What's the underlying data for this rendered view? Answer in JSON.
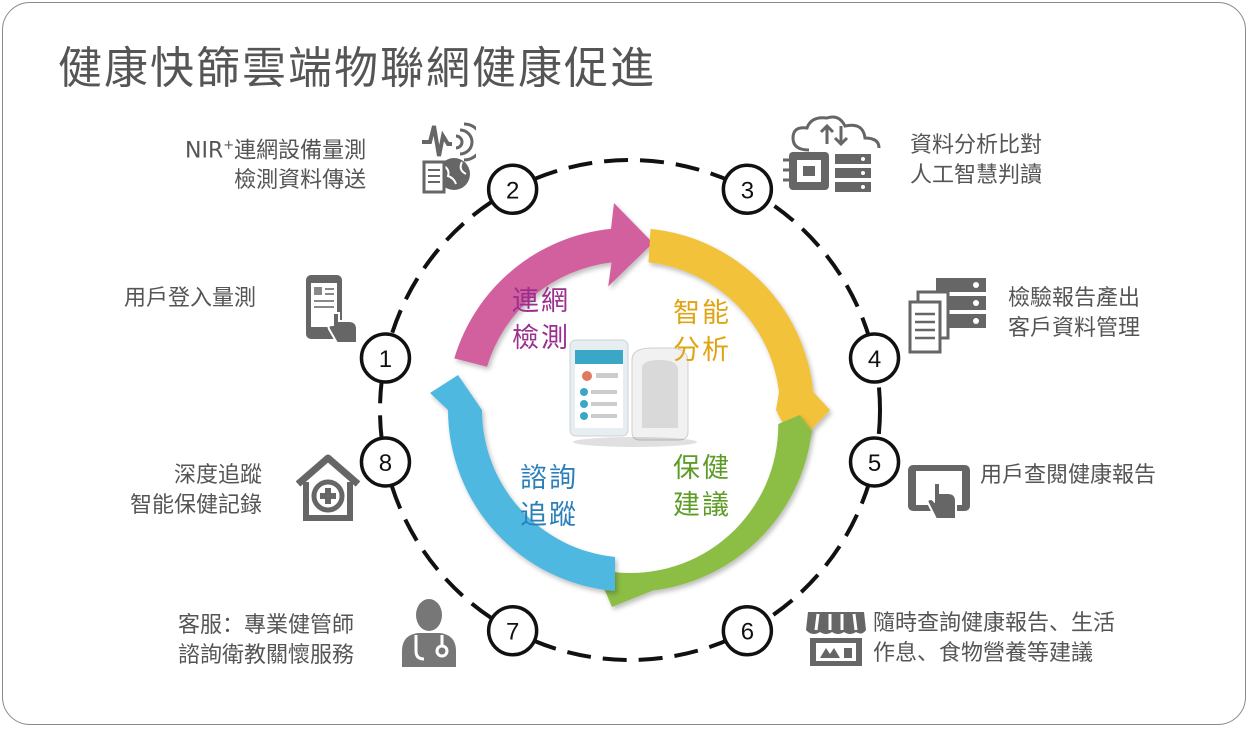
{
  "title": "健康快篩雲端物聯網健康促進",
  "segments": {
    "connect": {
      "line1": "連網",
      "line2": "檢測",
      "color": "#9b2f8e"
    },
    "analysis": {
      "line1": "智能",
      "line2": "分析",
      "color": "#e0a412"
    },
    "advice": {
      "line1": "保健",
      "line2": "建議",
      "color": "#5d9c26"
    },
    "consult": {
      "line1": "諮詢",
      "line2": "追蹤",
      "color": "#2a7fb8"
    }
  },
  "ring_colors": {
    "pink": "#d2609f",
    "yellow": "#f2c23a",
    "green": "#8cbd45",
    "blue": "#4fb8e0"
  },
  "steps": [
    {
      "number": "1",
      "line1": "用戶登入量測",
      "line2": "",
      "icon": "phone-touch-icon"
    },
    {
      "number": "2",
      "line1": "NIR",
      "sup": "+",
      "line1b": "連網設備量測",
      "line2": "檢測資料傳送",
      "icon": "network-signal-icon"
    },
    {
      "number": "3",
      "line1": "資料分析比對",
      "line2": "人工智慧判讀",
      "icon": "cloud-chip-icon"
    },
    {
      "number": "4",
      "line1": "檢驗報告產出",
      "line2": "客戶資料管理",
      "icon": "server-docs-icon"
    },
    {
      "number": "5",
      "line1": "用戶查閱健康報告",
      "line2": "",
      "icon": "tablet-touch-icon"
    },
    {
      "number": "6",
      "line1": "隨時查詢健康報告、生活",
      "line2": "作息、食物營養等建議",
      "icon": "market-icon"
    },
    {
      "number": "7",
      "line1": "客服：專業健管師",
      "line2": "諮詢衛教關懷服務",
      "icon": "doctor-icon"
    },
    {
      "number": "8",
      "line1": "深度追蹤",
      "line2": "智能保健記錄",
      "icon": "health-house-icon"
    }
  ]
}
